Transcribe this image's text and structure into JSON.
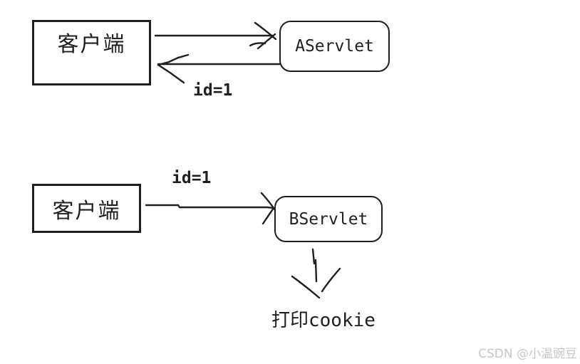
{
  "colors": {
    "background": "#ffffff",
    "stroke": "#1f1f1f",
    "watermark_text": "#c8c8c8"
  },
  "top_flow": {
    "client_label": "客户端",
    "servlet_label": "AServlet",
    "response_label": "id=1"
  },
  "bottom_flow": {
    "client_label": "客户端",
    "servlet_label": "BServlet",
    "request_label": "id=1",
    "result_label": "打印cookie"
  },
  "watermark": "CSDN @小温豌豆"
}
